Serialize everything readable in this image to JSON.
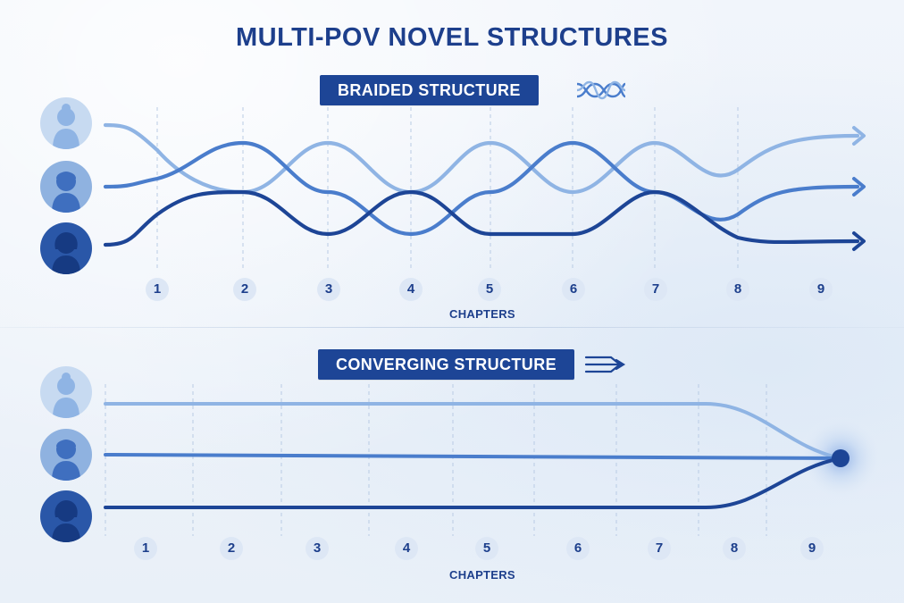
{
  "title": "MULTI-POV NOVEL STRUCTURES",
  "braided": {
    "banner": "BRAIDED STRUCTURE",
    "icon": "braid-icon",
    "chapters": [
      "1",
      "2",
      "3",
      "4",
      "5",
      "6",
      "7",
      "8",
      "9"
    ],
    "axis_label": "CHAPTERS"
  },
  "converging": {
    "banner": "CONVERGING STRUCTURE",
    "icon": "converging-arrows-icon",
    "chapters": [
      "1",
      "2",
      "3",
      "4",
      "5",
      "6",
      "7",
      "8",
      "9"
    ],
    "axis_label": "CHAPTERS"
  },
  "colors": {
    "pov1": "#8fb4e4",
    "pov2": "#4a7dcc",
    "pov3": "#1d4596",
    "accent": "#1d4596"
  }
}
